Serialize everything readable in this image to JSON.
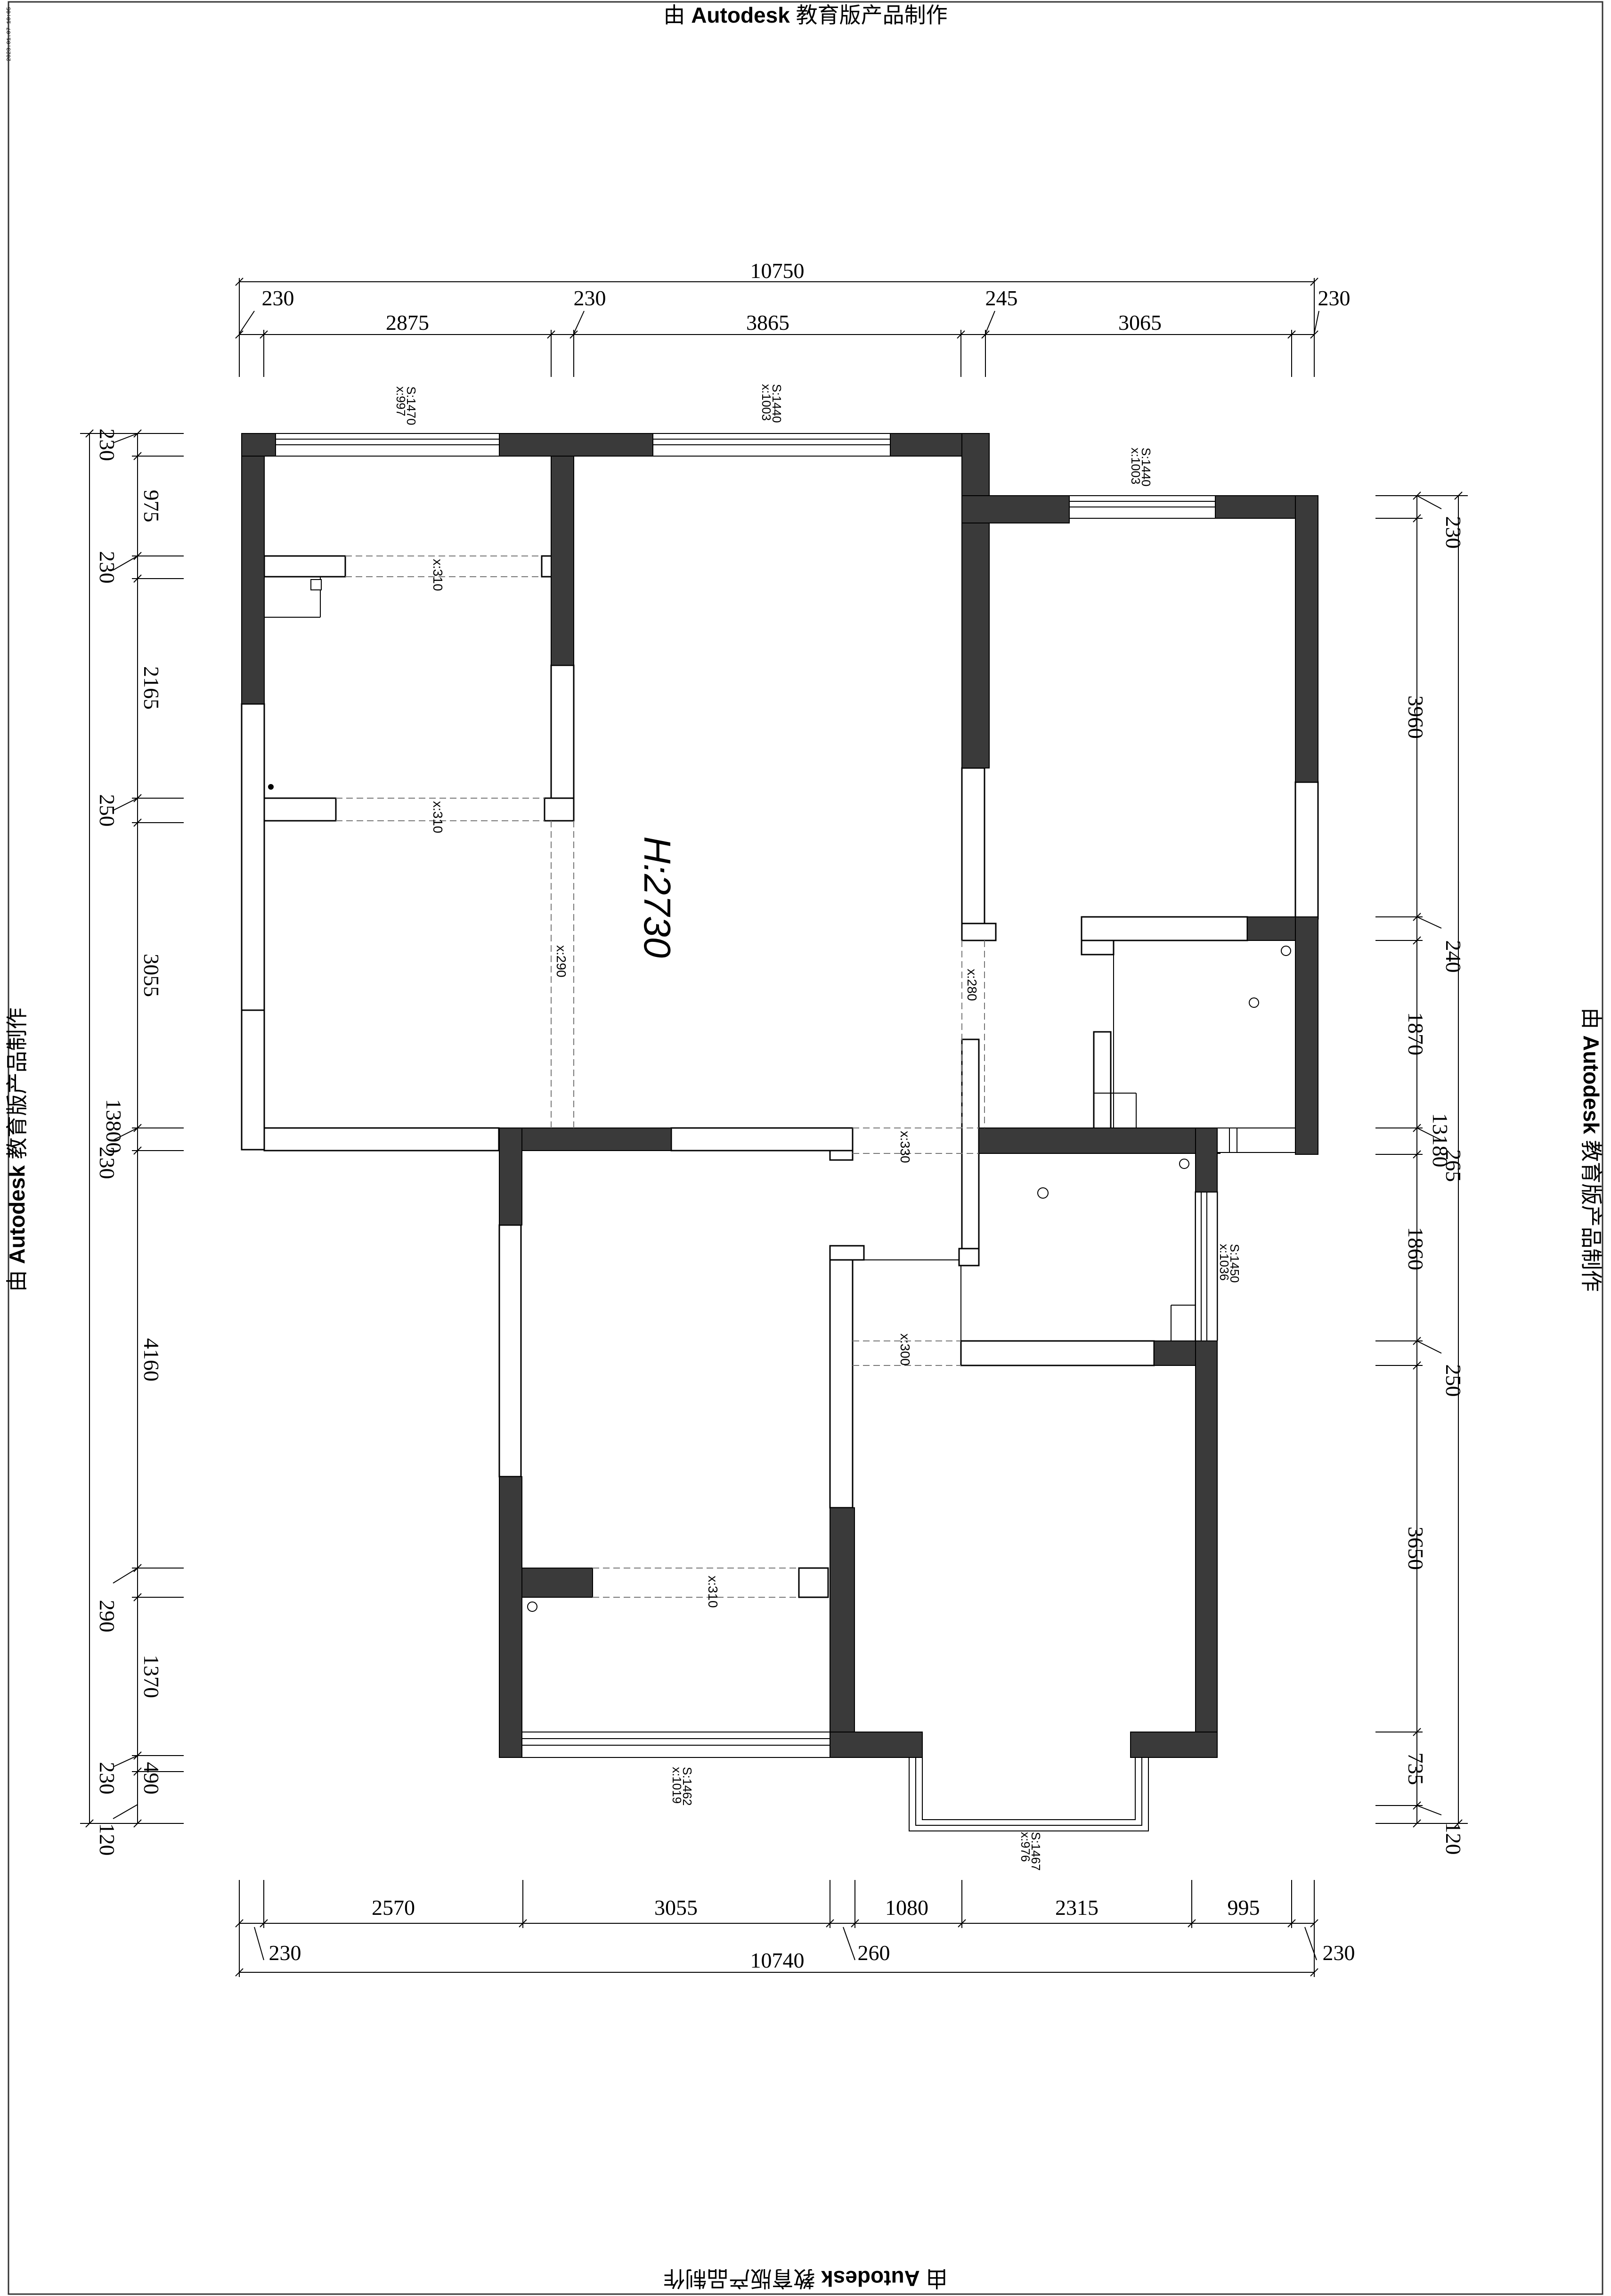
{
  "watermark": {
    "prefix": "由",
    "brand": "Autodesk",
    "suffix": "教育版产品制作",
    "suffix_bottom": "教育版产品制作"
  },
  "stamp": "2023.01.07 10:05",
  "ceiling_height": "H:2730",
  "dims_top": {
    "total": "10750",
    "segments": [
      "230",
      "2875",
      "230",
      "3865",
      "245",
      "3065",
      "230"
    ]
  },
  "dims_bottom": {
    "total": "10740",
    "segments": [
      "2570",
      "3055",
      "1080",
      "2315",
      "995"
    ],
    "walls": [
      "230",
      "260",
      "230"
    ]
  },
  "dims_left": {
    "total": "13800",
    "segments": [
      "230",
      "975",
      "230",
      "2165",
      "250",
      "3055",
      "230",
      "4160",
      "290",
      "1370",
      "230",
      "490",
      "120"
    ]
  },
  "dims_right": {
    "total": "13180",
    "segments": [
      "230",
      "3960",
      "240",
      "1870",
      "265",
      "1860",
      "250",
      "3650",
      "735",
      "120"
    ]
  },
  "windows": [
    {
      "s": "S:1470",
      "x": "x:997"
    },
    {
      "s": "S:1440",
      "x": "x:1003"
    },
    {
      "s": "S:1440",
      "x": "x:1003"
    },
    {
      "s": "S:1450",
      "x": "x:1036"
    },
    {
      "s": "S:1462",
      "x": "x:1019"
    },
    {
      "s": "S:1467",
      "x": "x:976"
    }
  ],
  "beams": [
    "x:310",
    "x:310",
    "x:290",
    "x:280",
    "x:330",
    "x:300",
    "x:310"
  ]
}
